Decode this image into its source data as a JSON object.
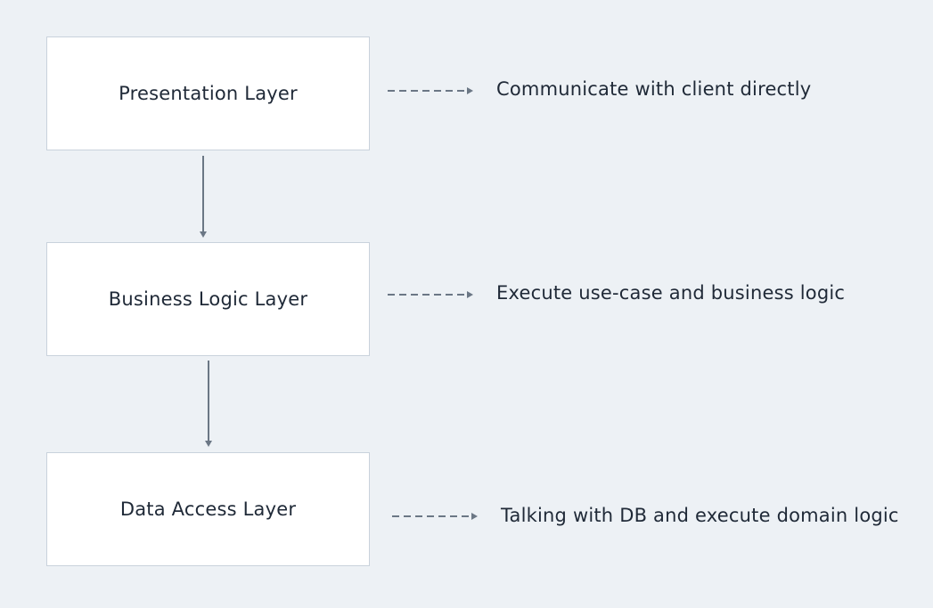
{
  "layers": [
    {
      "name": "Presentation Layer",
      "description": "Communicate with client directly"
    },
    {
      "name": "Business Logic Layer",
      "description": "Execute use-case and business logic"
    },
    {
      "name": "Data Access Layer",
      "description": "Talking with DB and execute domain logic"
    }
  ],
  "colors": {
    "background": "#edf1f5",
    "box_fill": "#ffffff",
    "box_border": "#c9d2dc",
    "arrow": "#6b7785",
    "text": "#1f2937"
  }
}
